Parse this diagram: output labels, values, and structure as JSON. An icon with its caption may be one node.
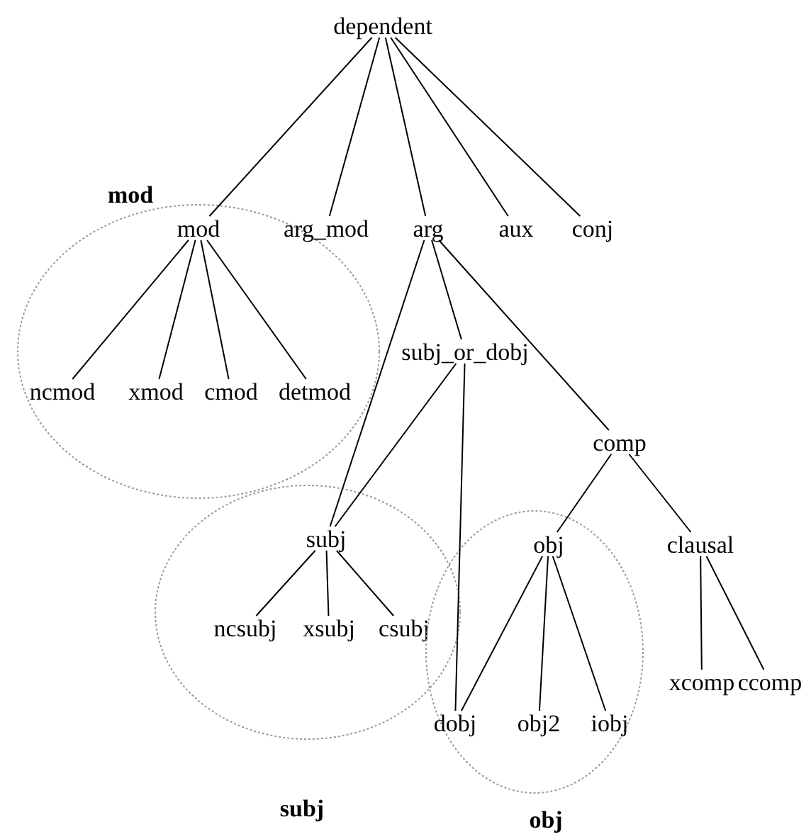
{
  "diagram": {
    "nodes": [
      {
        "text": [
          "dependent"
        ]
      },
      {
        "text": [
          "mod"
        ]
      },
      {
        "text": [
          "mod"
        ],
        "in": 1
      },
      {
        "text": [
          "arg_mod"
        ]
      },
      {
        "text": [
          "arg"
        ]
      },
      {
        "text": [
          "aux"
        ]
      },
      {
        "text": [
          "conj"
        ]
      },
      {
        "text": [
          "ncmod"
        ],
        "in": 1
      },
      {
        "text": [
          "xmod"
        ],
        "in": 1
      },
      {
        "text": [
          "cmod"
        ],
        "in": 1
      },
      {
        "text": [
          "detmod"
        ],
        "in": 1
      },
      {
        "text": [
          "subj_or_dobj"
        ]
      },
      {
        "text": [
          "comp"
        ]
      },
      {
        "text": [
          "subj"
        ]
      },
      {
        "text": [
          "subj"
        ],
        "in": 13
      },
      {
        "text": [
          "obj"
        ]
      },
      {
        "text": [
          "obj"
        ],
        "in": 15
      },
      {
        "text": [
          "clausal"
        ]
      },
      {
        "text": [
          "ncsubj"
        ],
        "in": 13
      },
      {
        "text": [
          "xsubj"
        ],
        "in": 13
      },
      {
        "text": [
          "csubj"
        ],
        "in": 13
      },
      {
        "text": [
          "xcomp"
        ]
      },
      {
        "text": [
          "ccomp"
        ]
      },
      {
        "text": [
          "dobj"
        ],
        "in": 15
      },
      {
        "text": [
          "obj2"
        ],
        "in": 15
      },
      {
        "text": [
          "iobj"
        ],
        "in": 15
      }
    ],
    "edges": [
      {
        "from": 0,
        "to": 2,
        "arrow": "none"
      },
      {
        "from": 0,
        "to": 3,
        "arrow": "none"
      },
      {
        "from": 0,
        "to": 4,
        "arrow": "none"
      },
      {
        "from": 0,
        "to": 5,
        "arrow": "none"
      },
      {
        "from": 0,
        "to": 6,
        "arrow": "none"
      },
      {
        "from": 2,
        "to": 7,
        "arrow": "none"
      },
      {
        "from": 2,
        "to": 8,
        "arrow": "none"
      },
      {
        "from": 2,
        "to": 9,
        "arrow": "none"
      },
      {
        "from": 2,
        "to": 10,
        "arrow": "none"
      },
      {
        "from": 4,
        "to": 11,
        "arrow": "none"
      },
      {
        "from": 4,
        "to": 12,
        "arrow": "none"
      },
      {
        "from": 4,
        "to": 14,
        "arrow": "none"
      },
      {
        "from": 11,
        "to": 14,
        "arrow": "none"
      },
      {
        "from": 11,
        "to": 23,
        "arrow": "none"
      },
      {
        "from": 12,
        "to": 16,
        "arrow": "none"
      },
      {
        "from": 12,
        "to": 17,
        "arrow": "none"
      },
      {
        "from": 14,
        "to": 18,
        "arrow": "none"
      },
      {
        "from": 14,
        "to": 19,
        "arrow": "none"
      },
      {
        "from": 14,
        "to": 20,
        "arrow": "none"
      },
      {
        "from": 16,
        "to": 23,
        "arrow": "none"
      },
      {
        "from": 16,
        "to": 24,
        "arrow": "none"
      },
      {
        "from": 16,
        "to": 25,
        "arrow": "none"
      },
      {
        "from": 17,
        "to": 21,
        "arrow": "none"
      },
      {
        "from": 17,
        "to": 22,
        "arrow": "none"
      }
    ]
  }
}
